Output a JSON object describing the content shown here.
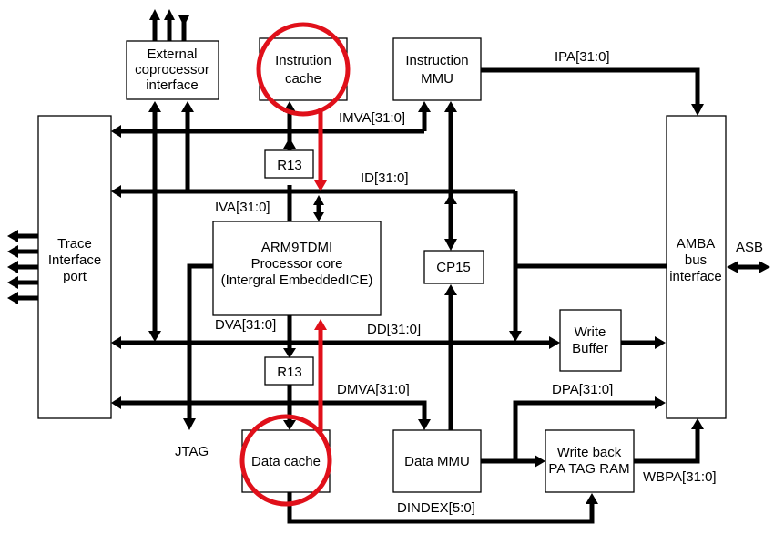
{
  "blocks": {
    "external_coprocessor": [
      "External",
      "coprocessor",
      "interface"
    ],
    "instruction_cache": [
      "Instrution",
      "cache"
    ],
    "instruction_mmu": [
      "Instruction",
      "MMU"
    ],
    "trace_port": [
      "Trace",
      "Interface",
      "port"
    ],
    "r13_top": "R13",
    "r13_bottom": "R13",
    "processor_core": [
      "ARM9TDMI",
      "Processor core",
      "(Intergral EmbeddedICE)"
    ],
    "cp15": "CP15",
    "write_buffer": [
      "Write",
      "Buffer"
    ],
    "amba": [
      "AMBA",
      "bus",
      "interface"
    ],
    "data_cache": "Data cache",
    "data_mmu": "Data MMU",
    "write_back": [
      "Write back",
      "PA TAG RAM"
    ]
  },
  "signals": {
    "ipa": "IPA[31:0]",
    "imva": "IMVA[31:0]",
    "id": "ID[31:0]",
    "iva": "IVA[31:0]",
    "asb": "ASB",
    "dva": "DVA[31:0]",
    "dd": "DD[31:0]",
    "dmva": "DMVA[31:0]",
    "dpa": "DPA[31:0]",
    "jtag": "JTAG",
    "wbpa": "WBPA[31:0]",
    "dindex": "DINDEX[5:0]"
  },
  "colors": {
    "line": "#000000",
    "highlight": "#e0101a",
    "background": "#ffffff"
  }
}
